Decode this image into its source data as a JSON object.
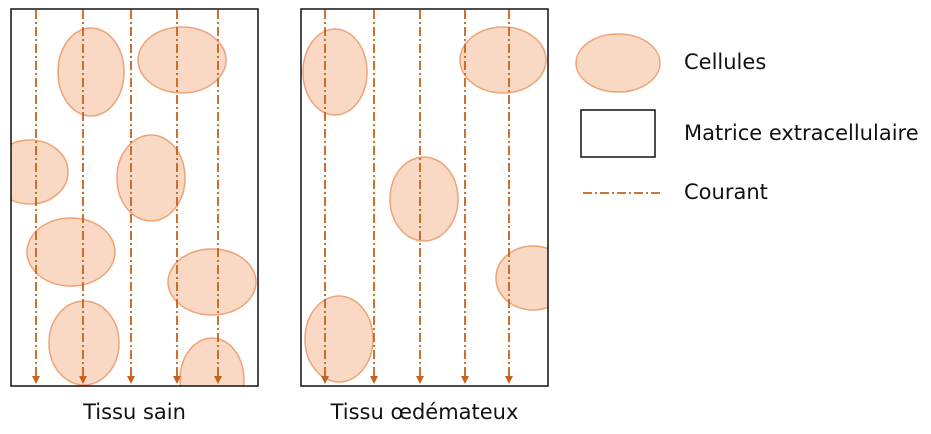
{
  "colors": {
    "cell_fill": "#f9d8c4",
    "cell_stroke": "#eea377",
    "current": "#c5621d",
    "matrix_border": "#111111"
  },
  "legend": {
    "cells": "Cellules",
    "matrix": "Matrice extracellulaire",
    "current": "Courant"
  },
  "panels": [
    {
      "caption": "Tissu sain"
    },
    {
      "caption": "Tissu œdémateux"
    }
  ]
}
